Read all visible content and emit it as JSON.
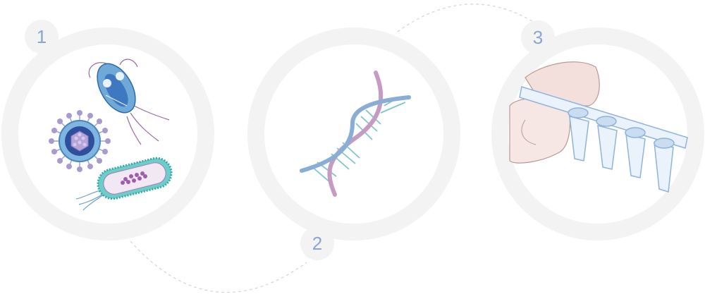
{
  "steps": [
    {
      "number": "1",
      "icon": "microorganisms-icon"
    },
    {
      "number": "2",
      "icon": "dna-helix-icon"
    },
    {
      "number": "3",
      "icon": "pcr-tube-strip-icon"
    }
  ],
  "colors": {
    "ring": "#f3f3f3",
    "number_text": "#8aa6cf",
    "connector": "#d4d4d4",
    "dna_blue": "#88aed6",
    "dna_pink": "#c69bc3",
    "dna_rung": "#7ec6c9",
    "tube": "#8fb3dc",
    "hand": "#f3dfdc"
  }
}
